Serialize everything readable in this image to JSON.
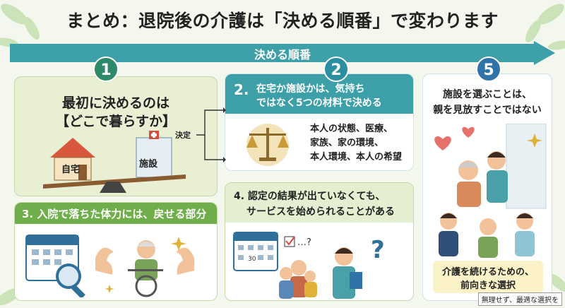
{
  "title": "まとめ：退院後の介護は「決める順番」で変わります",
  "arrow_label": "決める順番",
  "badges": {
    "b1": "1",
    "b2": "2",
    "b5": "5"
  },
  "step1": {
    "line1": "最初に決めるのは",
    "line2": "【どこで暮らすか】",
    "home_label": "自宅",
    "facility_label": "施設",
    "decide_label": "決定"
  },
  "step2": {
    "num": "2.",
    "head_line1": "在宅か施設かは、気持ち",
    "head_line2": "ではなく5つの材料で決める",
    "body": [
      "本人の状態、医療、",
      "家族、家の環境、",
      "本人環境、本人の希望"
    ]
  },
  "step3": {
    "head": "3. 入院で落ちた体力には、戻せる部分"
  },
  "step4": {
    "head_line1": "4. 認定の結果が出ていなくても、",
    "head_line2": "サービスを始められることがある",
    "bubble": "…?",
    "calendar_day": "30"
  },
  "step5": {
    "head_line1": "施設を選ぶことは、",
    "head_line2": "親を見放すことではない",
    "foot_line1": "介護を続けるための、",
    "foot_line2": "前向きな選択"
  },
  "footer_note": "無理せず、最適な選択を",
  "colors": {
    "arrow": "#3d9fa8",
    "green_badge": "#2e8a68",
    "teal_badge": "#2a8fa0",
    "blue_badge": "#2f73a8",
    "step3_header": "#6fae4a",
    "step2_header": "#3d9fa8"
  }
}
